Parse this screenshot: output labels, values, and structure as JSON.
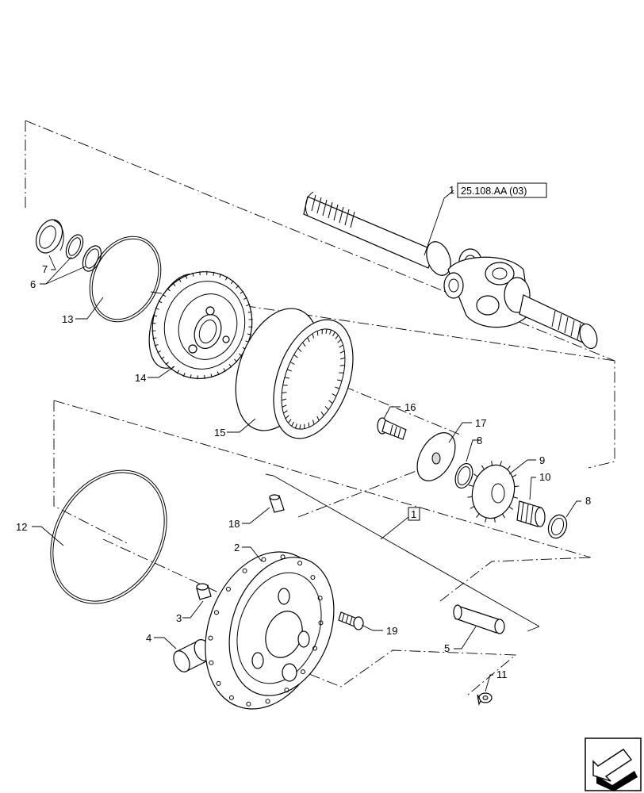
{
  "diagram": {
    "callouts": [
      {
        "id": "c1",
        "number": "1",
        "ref": "25.108.AA (03)"
      },
      {
        "id": "c2",
        "number": "2"
      },
      {
        "id": "c3",
        "number": "3"
      },
      {
        "id": "c4",
        "number": "4"
      },
      {
        "id": "c5",
        "number": "5"
      },
      {
        "id": "c6",
        "number": "6"
      },
      {
        "id": "c7",
        "number": "7"
      },
      {
        "id": "c8a",
        "number": "8"
      },
      {
        "id": "c8b",
        "number": "8"
      },
      {
        "id": "c9",
        "number": "9"
      },
      {
        "id": "c10",
        "number": "10"
      },
      {
        "id": "c11",
        "number": "11"
      },
      {
        "id": "c12",
        "number": "12"
      },
      {
        "id": "c13",
        "number": "13"
      },
      {
        "id": "c14",
        "number": "14"
      },
      {
        "id": "c15",
        "number": "15"
      },
      {
        "id": "c16",
        "number": "16"
      },
      {
        "id": "c17",
        "number": "17"
      },
      {
        "id": "c18",
        "number": "18"
      },
      {
        "id": "c19",
        "number": "19"
      }
    ],
    "assembly_box_label": "1",
    "nav_icon": "arrow-previous-icon"
  }
}
